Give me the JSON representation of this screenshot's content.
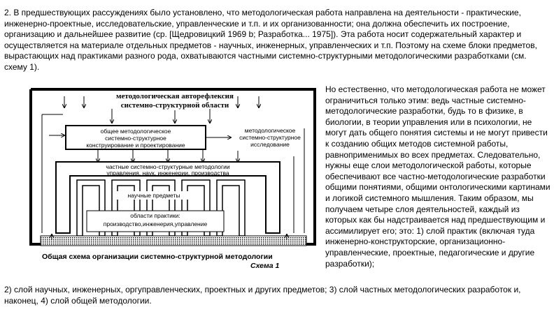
{
  "text": {
    "p1": "2. В предшествующих рассуждениях было установлено, что методологическая работа направлена на деятельности - практические, инженерно-проектные, исследовательские, управленческие и т.п. и их организованности; она должна обеспечить их построение, организацию и дальнейшее развитие (ср. [Щедровицкий 1969 b; Разработка... 1975]). Эта работа носит содержательный характер и осуществляется на материале отдельных предметов - научных, инженерных, управленческих и т.п. Поэтому на схеме блоки предметов, вырастающих над практиками разного рода, охватываются частными системно-структурными методологическими разработками (см. схему 1).",
    "p2": "Но естественно, что методологическая работа не может ограничиться только этим: ведь частные системно-методологические разработки, будь то в физике, в биологии, в теории управления или в психологии, не могут дать общего понятия системы и не могут привести к созданию общих методов системной работы, равноприменимых во всех предметах. Следовательно, нужны еще слои методологической работы, которые обеспечивают все частно-методологические разработки общими понятиями, общими онтологическими картинами и логикой системного мышления. Таким образом, мы получаем четыре слоя деятельностей, каждый из которых как бы надстраивается над предшествующим и ассимилирует его; это: 1) слой практик (включая туда инженерно-конструкторские, организационно-управленческие, проектные, педагогические и другие разработки);",
    "p3": "2) слой научных, инженерных, оргуправленческих, проектных и других предметов; 3) слой частных методологических разработок и, наконец, 4) слой общей методологии."
  },
  "scheme": {
    "top_line1": "методологическая авторефлексия",
    "top_line2": "системно-структурной области",
    "general_line1": "общее методологическое",
    "general_line2": "системно-структурное",
    "general_line3": "конструирование и проектирование",
    "research_line1": "методологическое",
    "research_line2": "системно-структурное",
    "research_line3": "исследование",
    "partial_line1": "частные системно-структурные методологии",
    "partial_line2": "управления, наук, инженерии, производства",
    "subjects_label": "научные предметы",
    "practice_line1": "области практики:",
    "practice_line2": "производство,инженерия,управление",
    "title": "Общая схема организации системно-структурной методологии",
    "caption": "Схема 1"
  }
}
